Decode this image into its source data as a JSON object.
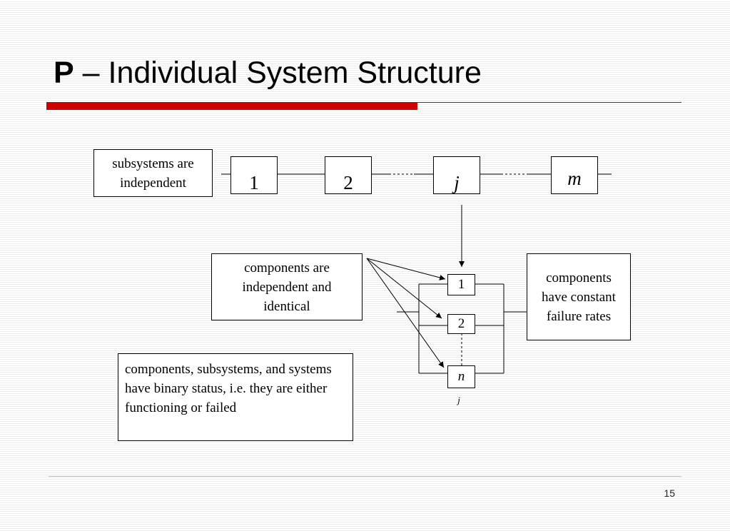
{
  "slide": {
    "title_bold": "P",
    "title_rest": " – Individual System Structure",
    "page_number": "15"
  },
  "series_chain": {
    "blocks": [
      "1",
      "2",
      "j",
      "m"
    ]
  },
  "parallel_group": {
    "components": [
      "1",
      "2",
      "n"
    ],
    "subscript": "j"
  },
  "notes": {
    "subsystems": "subsystems are independent",
    "components_identical": "components are independent and identical",
    "constant_rates": "components have constant failure rates",
    "binary_status": "components, subsystems, and systems have binary status, i.e. they are either functioning or failed"
  },
  "colors": {
    "accent_bar": "#cc0000",
    "line": "#000000"
  }
}
